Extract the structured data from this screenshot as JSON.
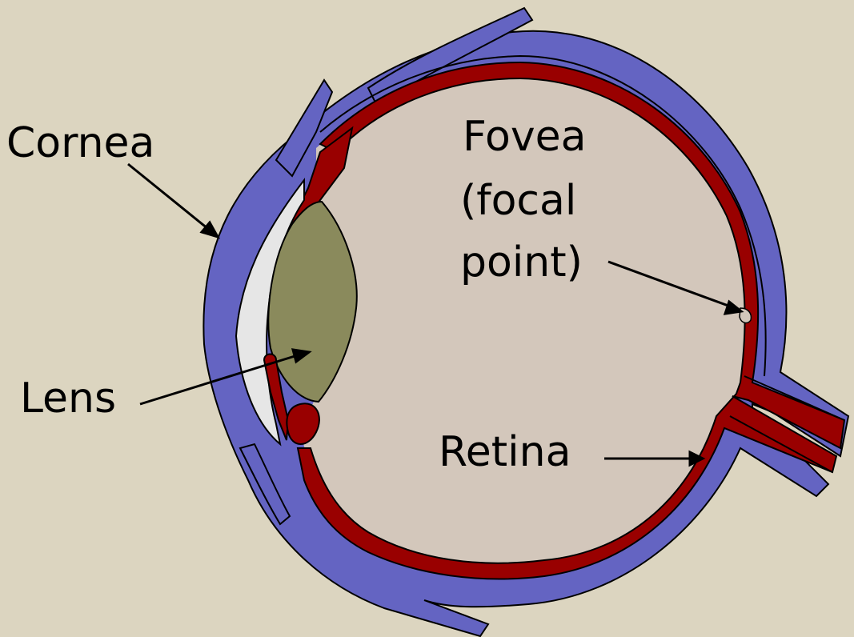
{
  "diagram": {
    "colors": {
      "background": "#dcd5c0",
      "sclera": "#6464c2",
      "retina": "#990000",
      "vitreous": "#d3c7bb",
      "lens": "#8a8a5c",
      "anterior_chamber": "#e6e6e6",
      "outline": "#000000"
    },
    "labels": {
      "cornea": "Cornea",
      "fovea_line1": "Fovea",
      "fovea_line2": "(focal",
      "fovea_line3": "point)",
      "lens": "Lens",
      "retina": "Retina"
    }
  }
}
